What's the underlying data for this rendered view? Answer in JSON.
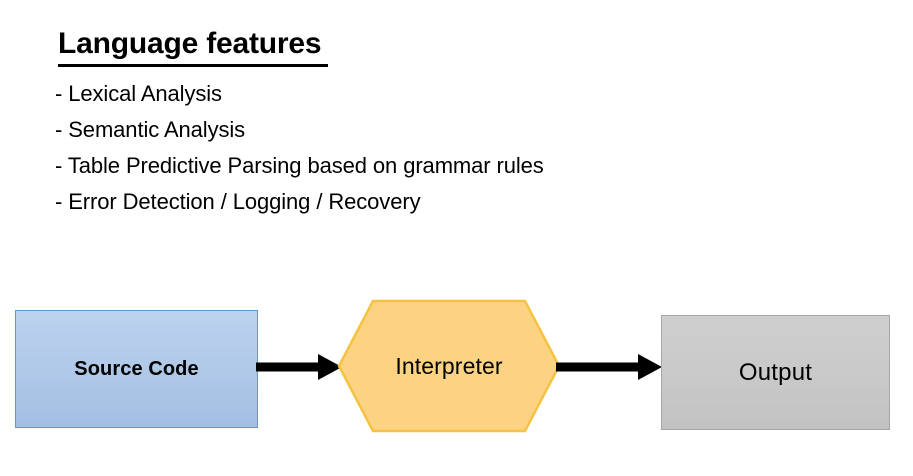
{
  "heading": {
    "text": "Language features"
  },
  "features": [
    "- Lexical Analysis",
    "- Semantic Analysis",
    "- Table Predictive Parsing based on grammar rules",
    "- Error Detection / Logging / Recovery"
  ],
  "diagram": {
    "nodes": {
      "source": {
        "label": "Source Code",
        "shape": "rectangle",
        "fill": "#AFC8E8",
        "border": "#5B9BD5"
      },
      "interpreter": {
        "label": "Interpreter",
        "shape": "hexagon",
        "fill": "#FCD382",
        "border": "#F5C242"
      },
      "output": {
        "label": "Output",
        "shape": "rectangle",
        "fill": "#C8C8C8",
        "border": "#A6A6A6"
      }
    },
    "connectors": [
      {
        "name": "source-to-interpreter",
        "from": "source",
        "to": "interpreter",
        "color": "#000000"
      },
      {
        "name": "interpreter-to-output",
        "from": "interpreter",
        "to": "output",
        "color": "#000000"
      }
    ]
  }
}
